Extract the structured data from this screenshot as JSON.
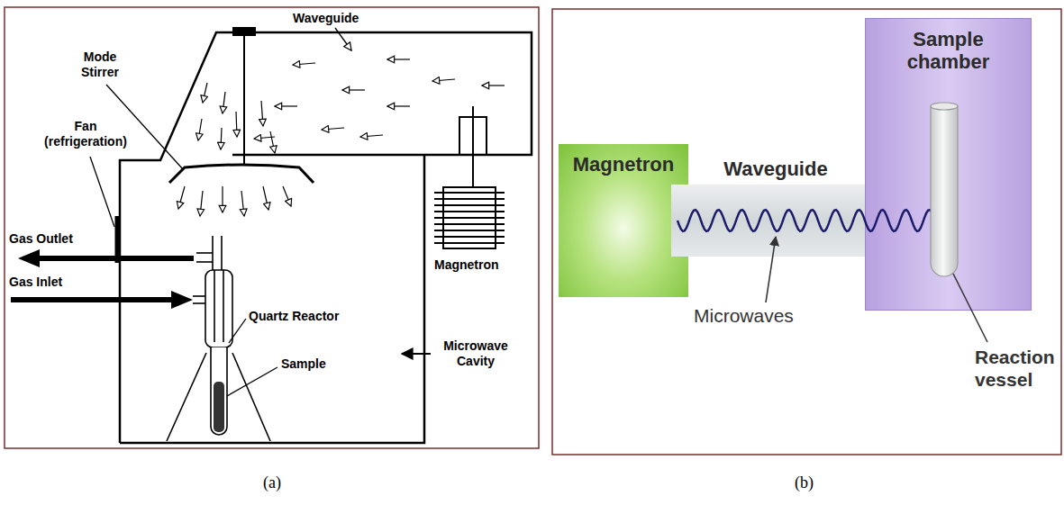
{
  "diagram": {
    "nodes": [
      {
        "text": [
          "Magnetron"
        ]
      },
      {
        "text": [
          "Waveguide"
        ]
      },
      {
        "text": [
          "Sample chamber"
        ]
      }
    ],
    "labels": [
      "Waveguide",
      "Mode Stirrer",
      "Fan (refrigeration)",
      "Gas Outlet",
      "Gas Inlet",
      "Quartz Reactor",
      "Sample",
      "Microwave Cavity",
      "Magnetron",
      "Microwaves",
      "Reaction vessel",
      "(a)",
      "(b)"
    ]
  }
}
